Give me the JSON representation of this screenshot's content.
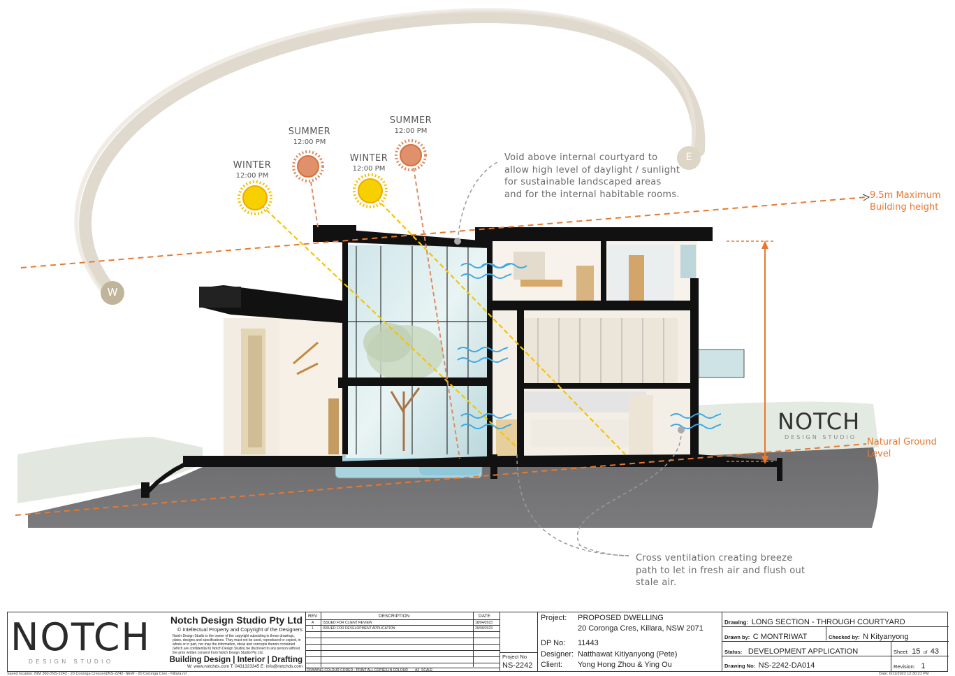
{
  "suns": [
    {
      "season": "WINTER",
      "time": "12:00 PM",
      "color": "#f5c400"
    },
    {
      "season": "SUMMER",
      "time": "12:00 PM",
      "color": "#e08a62"
    },
    {
      "season": "WINTER",
      "time": "12:00 PM",
      "color": "#f5c400"
    },
    {
      "season": "SUMMER",
      "time": "12:00 PM",
      "color": "#e08a62"
    }
  ],
  "compass": {
    "west": "W",
    "east": "E"
  },
  "annotations": {
    "void_note": [
      "Void above internal courtyard to",
      "allow high level of daylight / sunlight",
      "for sustainable landscaped areas",
      "and for the internal habitable rooms."
    ],
    "max_height": [
      "9.5m Maximum",
      "Building height"
    ],
    "ground_level": [
      "Natural Ground",
      "Level"
    ],
    "ventilation_note": [
      "Cross ventilation creating breeze",
      "path to let in fresh air and flush out",
      "stale air."
    ]
  },
  "watermark": {
    "brand": "NOTCH",
    "sub": "DESIGN STUDIO"
  },
  "colors": {
    "accent_orange": "#e8782f",
    "sun_yellow": "#f5c400",
    "sun_summer": "#e08a62",
    "breeze_blue": "#3aa8e8",
    "ground": "#6f6f71"
  },
  "title_block": {
    "logo": {
      "brand": "NOTCH",
      "sub": "DESIGN STUDIO"
    },
    "company": "Notch Design Studio Pty Ltd",
    "copyright": "© Intellectual Property and Copyright of the Designers",
    "disclaimer": "Notch Design Studio is the owner of the copyright subsisting in these drawings, plans, designs and specifications. They must not be used, reproduced or copied, in whole or in part, nor may the information, ideas and concepts therein contained (which are confidential to Notch Design Studio) be disclosed to any person without the prior written consent from Notch Design Studio Pty Ltd.",
    "services": "Building Design | Interior | Drafting",
    "contact": "W: www.notchds.com  T: 0431323345  E: info@notchds.com",
    "saved_location": "Saved location:  BIM 360://NS-2242 - 20 Coronga Crescent/NS-2242- NEW - 20 Coronga Cres - Killara.rvt",
    "rev_headers": {
      "rev": "REV",
      "description": "DESCRIPTION",
      "date": "DATE"
    },
    "revisions": [
      {
        "rev": "A",
        "description": "ISSUED FOR CLIENT REVIEW",
        "date": "18/04/2023"
      },
      {
        "rev": "1",
        "description": "ISSUED FOR DEVELOPMENT APPLICATION",
        "date": "29/09/2023"
      }
    ],
    "colour_note": "DRAWING COLOUR CODED - PRINT ALL COPIES IN COLOUR",
    "paper": "A3",
    "scale_label": "SCALE",
    "project_no_label": "Project No",
    "project_no": "NS-2242",
    "project_label": "Project:",
    "project": "PROPOSED DWELLING",
    "address": "20 Coronga Cres, Killara, NSW 2071",
    "dp_label": "DP No:",
    "dp": "11443",
    "designer_label": "Designer:",
    "designer": "Natthawat Kitiyanyong (Pete)",
    "client_label": "Client:",
    "client": "Yong Hong Zhou & Ying Ou",
    "drawing_label": "Drawing:",
    "drawing": "LONG SECTION - THROUGH COURTYARD",
    "drawn_label": "Drawn by:",
    "drawn": "C MONTRIWAT",
    "checked_label": "Checked by:",
    "checked": "N Kityanyong",
    "status_label": "Status:",
    "status": "DEVELOPMENT APPLICATION",
    "sheet_label": "Sheet:",
    "sheet": "15",
    "sheet_of": "of",
    "sheet_total": "43",
    "drawing_no_label": "Drawing No:",
    "drawing_no": "NS-2242-DA014",
    "revision_label": "Revision:",
    "revision": "1",
    "date_label": "Date:",
    "date": "6/11/2023 12:30:21 PM"
  }
}
